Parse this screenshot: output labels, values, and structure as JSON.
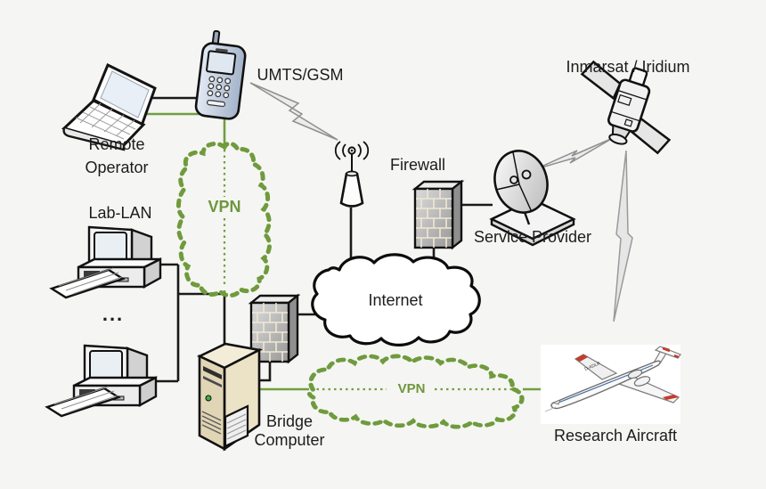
{
  "diagram_title": "",
  "nodes": {
    "remote_operator": {
      "label": "Remote\nOperator"
    },
    "umts_gsm": {
      "label": "UMTS/GSM"
    },
    "inmarsat_iridium": {
      "label": "Inmarsat / Iridium"
    },
    "firewall": {
      "label": "Firewall"
    },
    "service_provider": {
      "label": "Service Provider"
    },
    "lab_lan": {
      "label": "Lab-LAN"
    },
    "lab_lan_more": {
      "label": "..."
    },
    "internet": {
      "label": "Internet"
    },
    "vpn_remote": {
      "label": "VPN"
    },
    "vpn_aircraft": {
      "label": "VPN"
    },
    "bridge_computer": {
      "label": "Bridge\nComputer"
    },
    "research_aircraft": {
      "label": "Research Aircraft"
    }
  },
  "icons": [
    "laptop-icon",
    "mobile-phone-icon",
    "antenna-icon",
    "firewall-icon",
    "satellite-dish-icon",
    "satellite-icon",
    "desktop-computer-icon",
    "server-icon",
    "aircraft-image",
    "internet-cloud",
    "vpn-cloud",
    "radio-link-icon"
  ],
  "edges": [
    {
      "from": "remote_operator",
      "to": "umts_gsm",
      "type": "wired"
    },
    {
      "from": "remote_operator",
      "to": "vpn_remote",
      "type": "vpn"
    },
    {
      "from": "umts_gsm",
      "to": "antenna",
      "type": "wireless"
    },
    {
      "from": "antenna",
      "to": "internet",
      "type": "wired"
    },
    {
      "from": "firewall",
      "to": "internet",
      "type": "wired"
    },
    {
      "from": "firewall",
      "to": "service_provider",
      "type": "wired"
    },
    {
      "from": "service_provider",
      "to": "inmarsat_iridium",
      "type": "wireless"
    },
    {
      "from": "inmarsat_iridium",
      "to": "research_aircraft",
      "type": "wireless"
    },
    {
      "from": "lab_lan",
      "to": "bridge_computer",
      "type": "wired"
    },
    {
      "from": "vpn_remote",
      "to": "bridge_computer",
      "type": "vpn"
    },
    {
      "from": "bridge_computer",
      "to": "bridge_firewall",
      "type": "wired"
    },
    {
      "from": "bridge_firewall",
      "to": "internet",
      "type": "wired"
    },
    {
      "from": "bridge_computer",
      "to": "vpn_aircraft",
      "type": "vpn"
    },
    {
      "from": "vpn_aircraft",
      "to": "research_aircraft",
      "type": "vpn"
    }
  ],
  "colors": {
    "background": "#f5f5f3",
    "line_black": "#1a1a1a",
    "vpn_green": "#729f3f",
    "vpn_text_green": "#6d973c",
    "radio_link_gray": "#8f8f8f",
    "cloud_fill": "#ffffff",
    "server_beige": "#e0d5b4",
    "aircraft_red": "#c63b2a"
  }
}
